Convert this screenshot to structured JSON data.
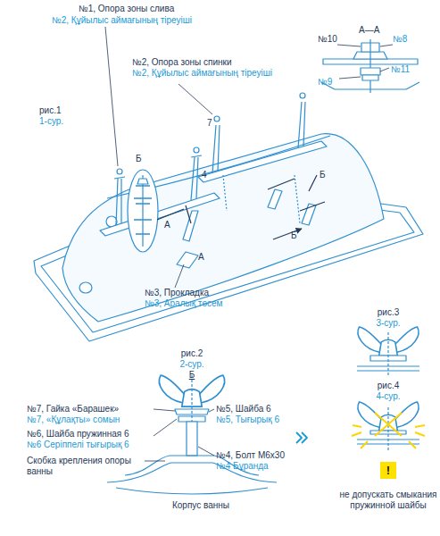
{
  "diagram": {
    "nodes": [
      {
        "text": [
          "!"
        ]
      }
    ],
    "labels": [
      "№1, Опора зоны слива",
      "№2, Құйылыс аймағының тіреуіші",
      "№2, Опора зоны спинки",
      "№2, Құйылыс аймағының тіреуіші",
      "рис.1",
      "1-сур.",
      "Б",
      "7",
      "4",
      "А",
      "А",
      "Б",
      "Б",
      "№3, Прокладка",
      "№3, Аралық төсем",
      "А—А",
      "№10",
      "№8",
      "№11",
      "№9",
      "рис.2",
      "2-сур.",
      "Б",
      "№7, Гайка «Барашек»",
      "№7, «Құлақты» сомын",
      "№6, Шайба пружинная 6",
      "№6 Серіппелі тығырық 6",
      "Скобка крепления опоры ванны",
      "№5, Шайба 6",
      "№5, Тығырық 6",
      "№4, Болт М6х30",
      "№4 Бұранда",
      "Корпус ванны",
      "рис.3",
      "3-сур.",
      "рис.4",
      "4-сур.",
      "не допускать смыкания пружинной шайбы"
    ]
  }
}
